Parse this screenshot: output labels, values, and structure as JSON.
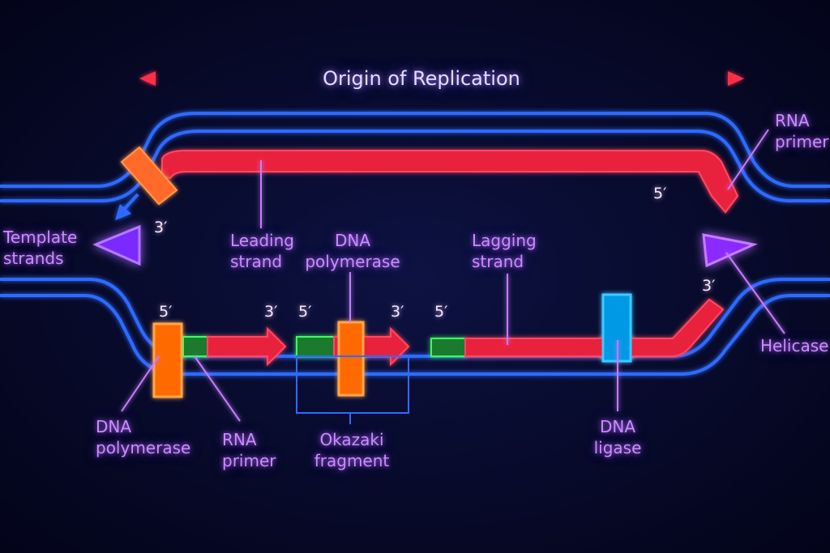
{
  "title": "Origin of Replication",
  "labels": {
    "template_strands": [
      "Template",
      "strands"
    ],
    "leading_strand": [
      "Leading",
      "strand"
    ],
    "dna_polymerase_top": [
      "DNA",
      "polymerase"
    ],
    "lagging_strand": [
      "Lagging",
      "strand"
    ],
    "rna_primer_top": [
      "RNA",
      "primer"
    ],
    "helicase": "Helicase",
    "dna_polymerase_bottom": [
      "DNA",
      "polymerase"
    ],
    "rna_primer_bottom": [
      "RNA",
      "primer"
    ],
    "okazaki_fragment": [
      "Okazaki",
      "fragment"
    ],
    "dna_ligase": [
      "DNA",
      "ligase"
    ]
  },
  "strand_ends": {
    "top_left_3": "3′",
    "top_right_5": "5′",
    "bottom_left_5": "5′",
    "fragment1_3": "3′",
    "fragment2_5": "5′",
    "fragment2_3": "3′",
    "lagging_5": "5′",
    "lagging_3": "3′"
  },
  "colors": {
    "background": "#05061a",
    "template_blue": "#2f6bff",
    "new_strand_red": "#ff2d4a",
    "primer_green": "#2ecc40",
    "polymerase_orange": "#ff6a00",
    "ligase_cyan": "#00b4ff",
    "helicase_violet": "#a64dff",
    "label_purple": "#c98cff",
    "origin_line": "#3aa0ff"
  }
}
